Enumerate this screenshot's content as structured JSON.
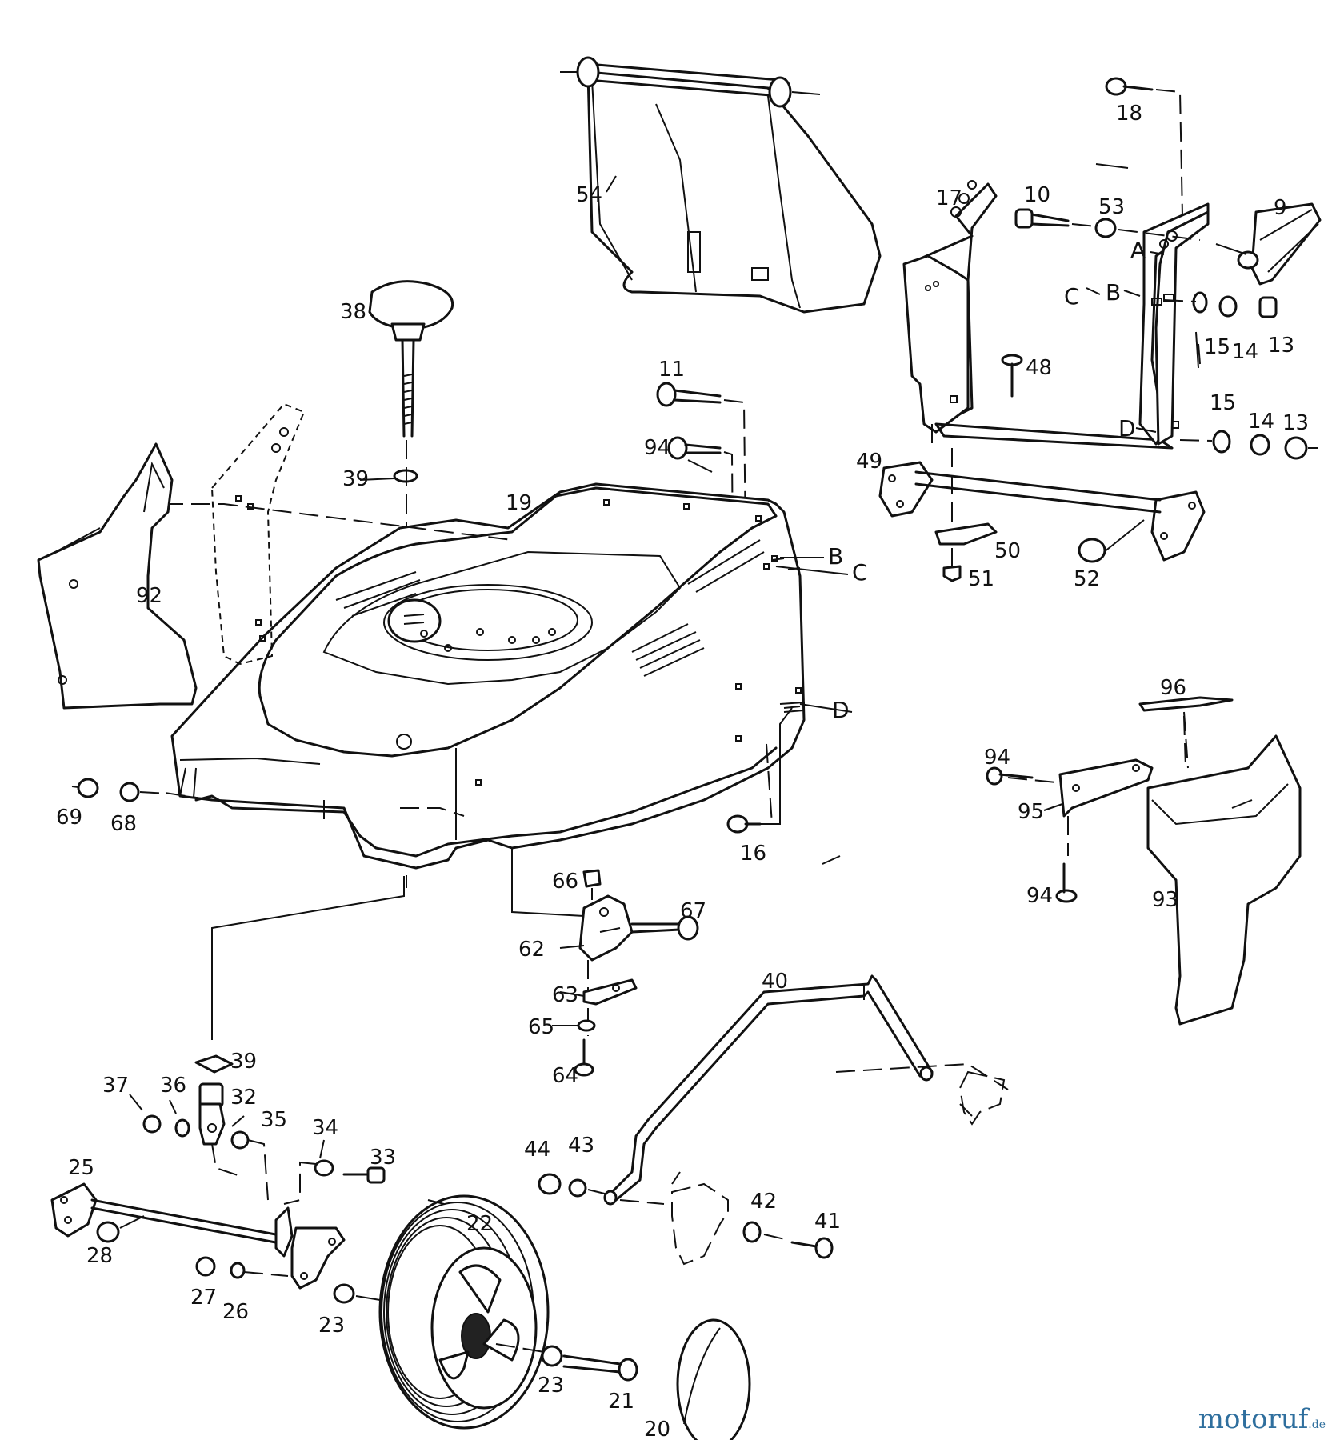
{
  "diagram": {
    "callouts": [
      "54",
      "18",
      "17",
      "10",
      "53",
      "9",
      "A",
      "C",
      "B",
      "15",
      "14",
      "13",
      "48",
      "15",
      "14",
      "13",
      "D",
      "38",
      "39",
      "11",
      "94",
      "19",
      "B",
      "C",
      "49",
      "50",
      "51",
      "52",
      "92",
      "96",
      "D",
      "94",
      "95",
      "94",
      "93",
      "69",
      "68",
      "16",
      "66",
      "67",
      "62",
      "63",
      "65",
      "64",
      "40",
      "39",
      "37",
      "36",
      "32",
      "35",
      "34",
      "33",
      "44",
      "43",
      "42",
      "41",
      "25",
      "28",
      "22",
      "27",
      "26",
      "23",
      "23",
      "21",
      "20"
    ]
  },
  "watermark": {
    "brand": "motoruf",
    "tld": ".de"
  }
}
